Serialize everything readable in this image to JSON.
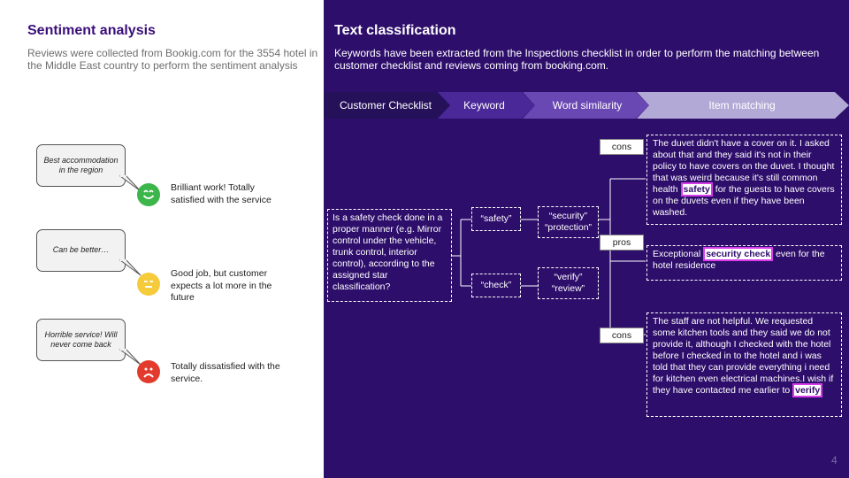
{
  "sentiment": {
    "title": "Sentiment analysis",
    "description": "Reviews were collected from Bookig.com for the 3554 hotel in the Middle East country to perform the sentiment analysis",
    "items": [
      {
        "bubble": "Best accommodation in the region",
        "label": "Brilliant work! Totally satisfied with the service",
        "face": "happy-face-icon",
        "color": "#3cb54a"
      },
      {
        "bubble": "Can be better…",
        "label": "Good job, but customer expects a lot more in the future",
        "face": "neutral-face-icon",
        "color": "#f5cb3b"
      },
      {
        "bubble": "Horrible service! Will never come back",
        "label": "Totally dissatisfied with the service.",
        "face": "sad-face-icon",
        "color": "#e23b2e"
      }
    ]
  },
  "classification": {
    "title": "Text classification",
    "description": "Keywords have been extracted from the Inspections checklist in order to perform the matching between customer checklist and reviews coming from booking.com.",
    "steps": [
      "Customer Checklist",
      "Keyword",
      "Word similarity",
      "Item matching"
    ],
    "checklist_item": "Is a safety check done in a proper manner (e.g. Mirror control under the vehicle, trunk control, interior control), according to the assigned star classification?",
    "keywords": [
      "“safety”",
      "“check”"
    ],
    "similar_words": [
      "“security” “protection”",
      "“verify” “review”"
    ],
    "reviews": [
      {
        "tag": "cons",
        "before": "The duvet didn't have a cover on it. I asked about that and they said it's not in their policy to have covers on the duvet. I thought that was weird because it's still common health ",
        "highlight": "safety",
        "after": " for the guests to have covers on the duvets even if they have been washed."
      },
      {
        "tag": "pros",
        "before": "Exceptional ",
        "highlight": "security check",
        "after": " even for the hotel residence"
      },
      {
        "tag": "cons",
        "before": "The staff are not helpful. We requested some kitchen tools and they said we do not provide it, although I checked with the hotel before I checked in to the hotel and i was told that they can provide everything i need for kitchen even electrical machines.I wish if they have contacted me earlier to ",
        "highlight": "verify",
        "after": ""
      }
    ]
  },
  "page_number": "4"
}
